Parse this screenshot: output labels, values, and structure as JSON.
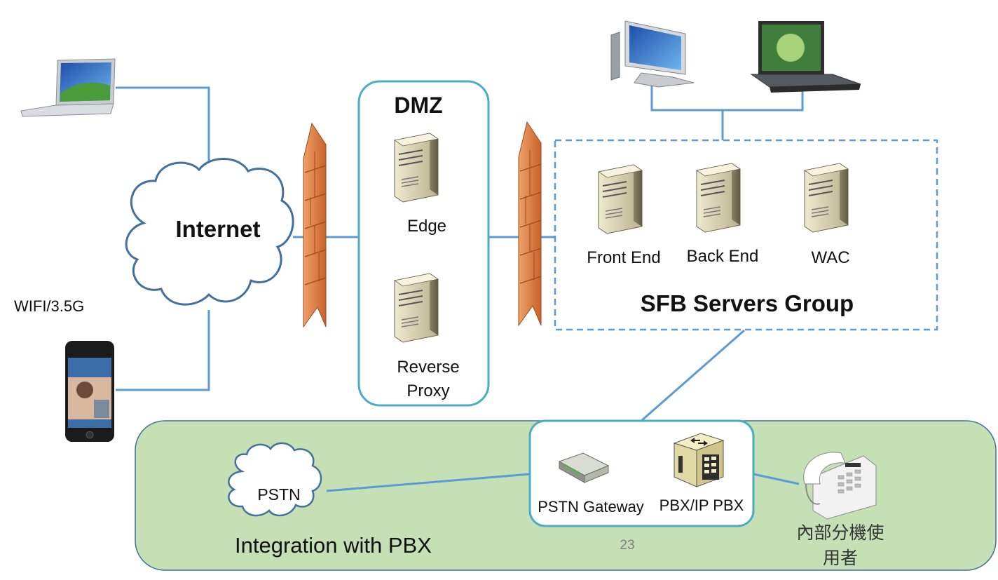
{
  "dmz": {
    "title": "DMZ",
    "edge": "Edge",
    "reverse_proxy_line1": "Reverse",
    "reverse_proxy_line2": "Proxy"
  },
  "internet": {
    "label": "Internet"
  },
  "clients": {
    "wifi": "WIFI/3.5G"
  },
  "sfb": {
    "title": "SFB Servers Group",
    "front_end": "Front End",
    "back_end": "Back End",
    "wac": "WAC"
  },
  "pbx_area": {
    "title": "Integration with PBX",
    "pstn": "PSTN",
    "gateway": "PSTN Gateway",
    "pbx": "PBX/IP PBX",
    "extension_line1": "內部分機使",
    "extension_line2": "用者"
  },
  "page_number": "23",
  "colors": {
    "line": "#5b9bd5",
    "cloud_stroke": "#41719c",
    "dmz_border": "#4bacc6",
    "sfb_border": "#5b9bd5",
    "pbx_fill": "#c5e0b4",
    "pbx_border": "#41719c",
    "firewall": "#e07b39"
  }
}
